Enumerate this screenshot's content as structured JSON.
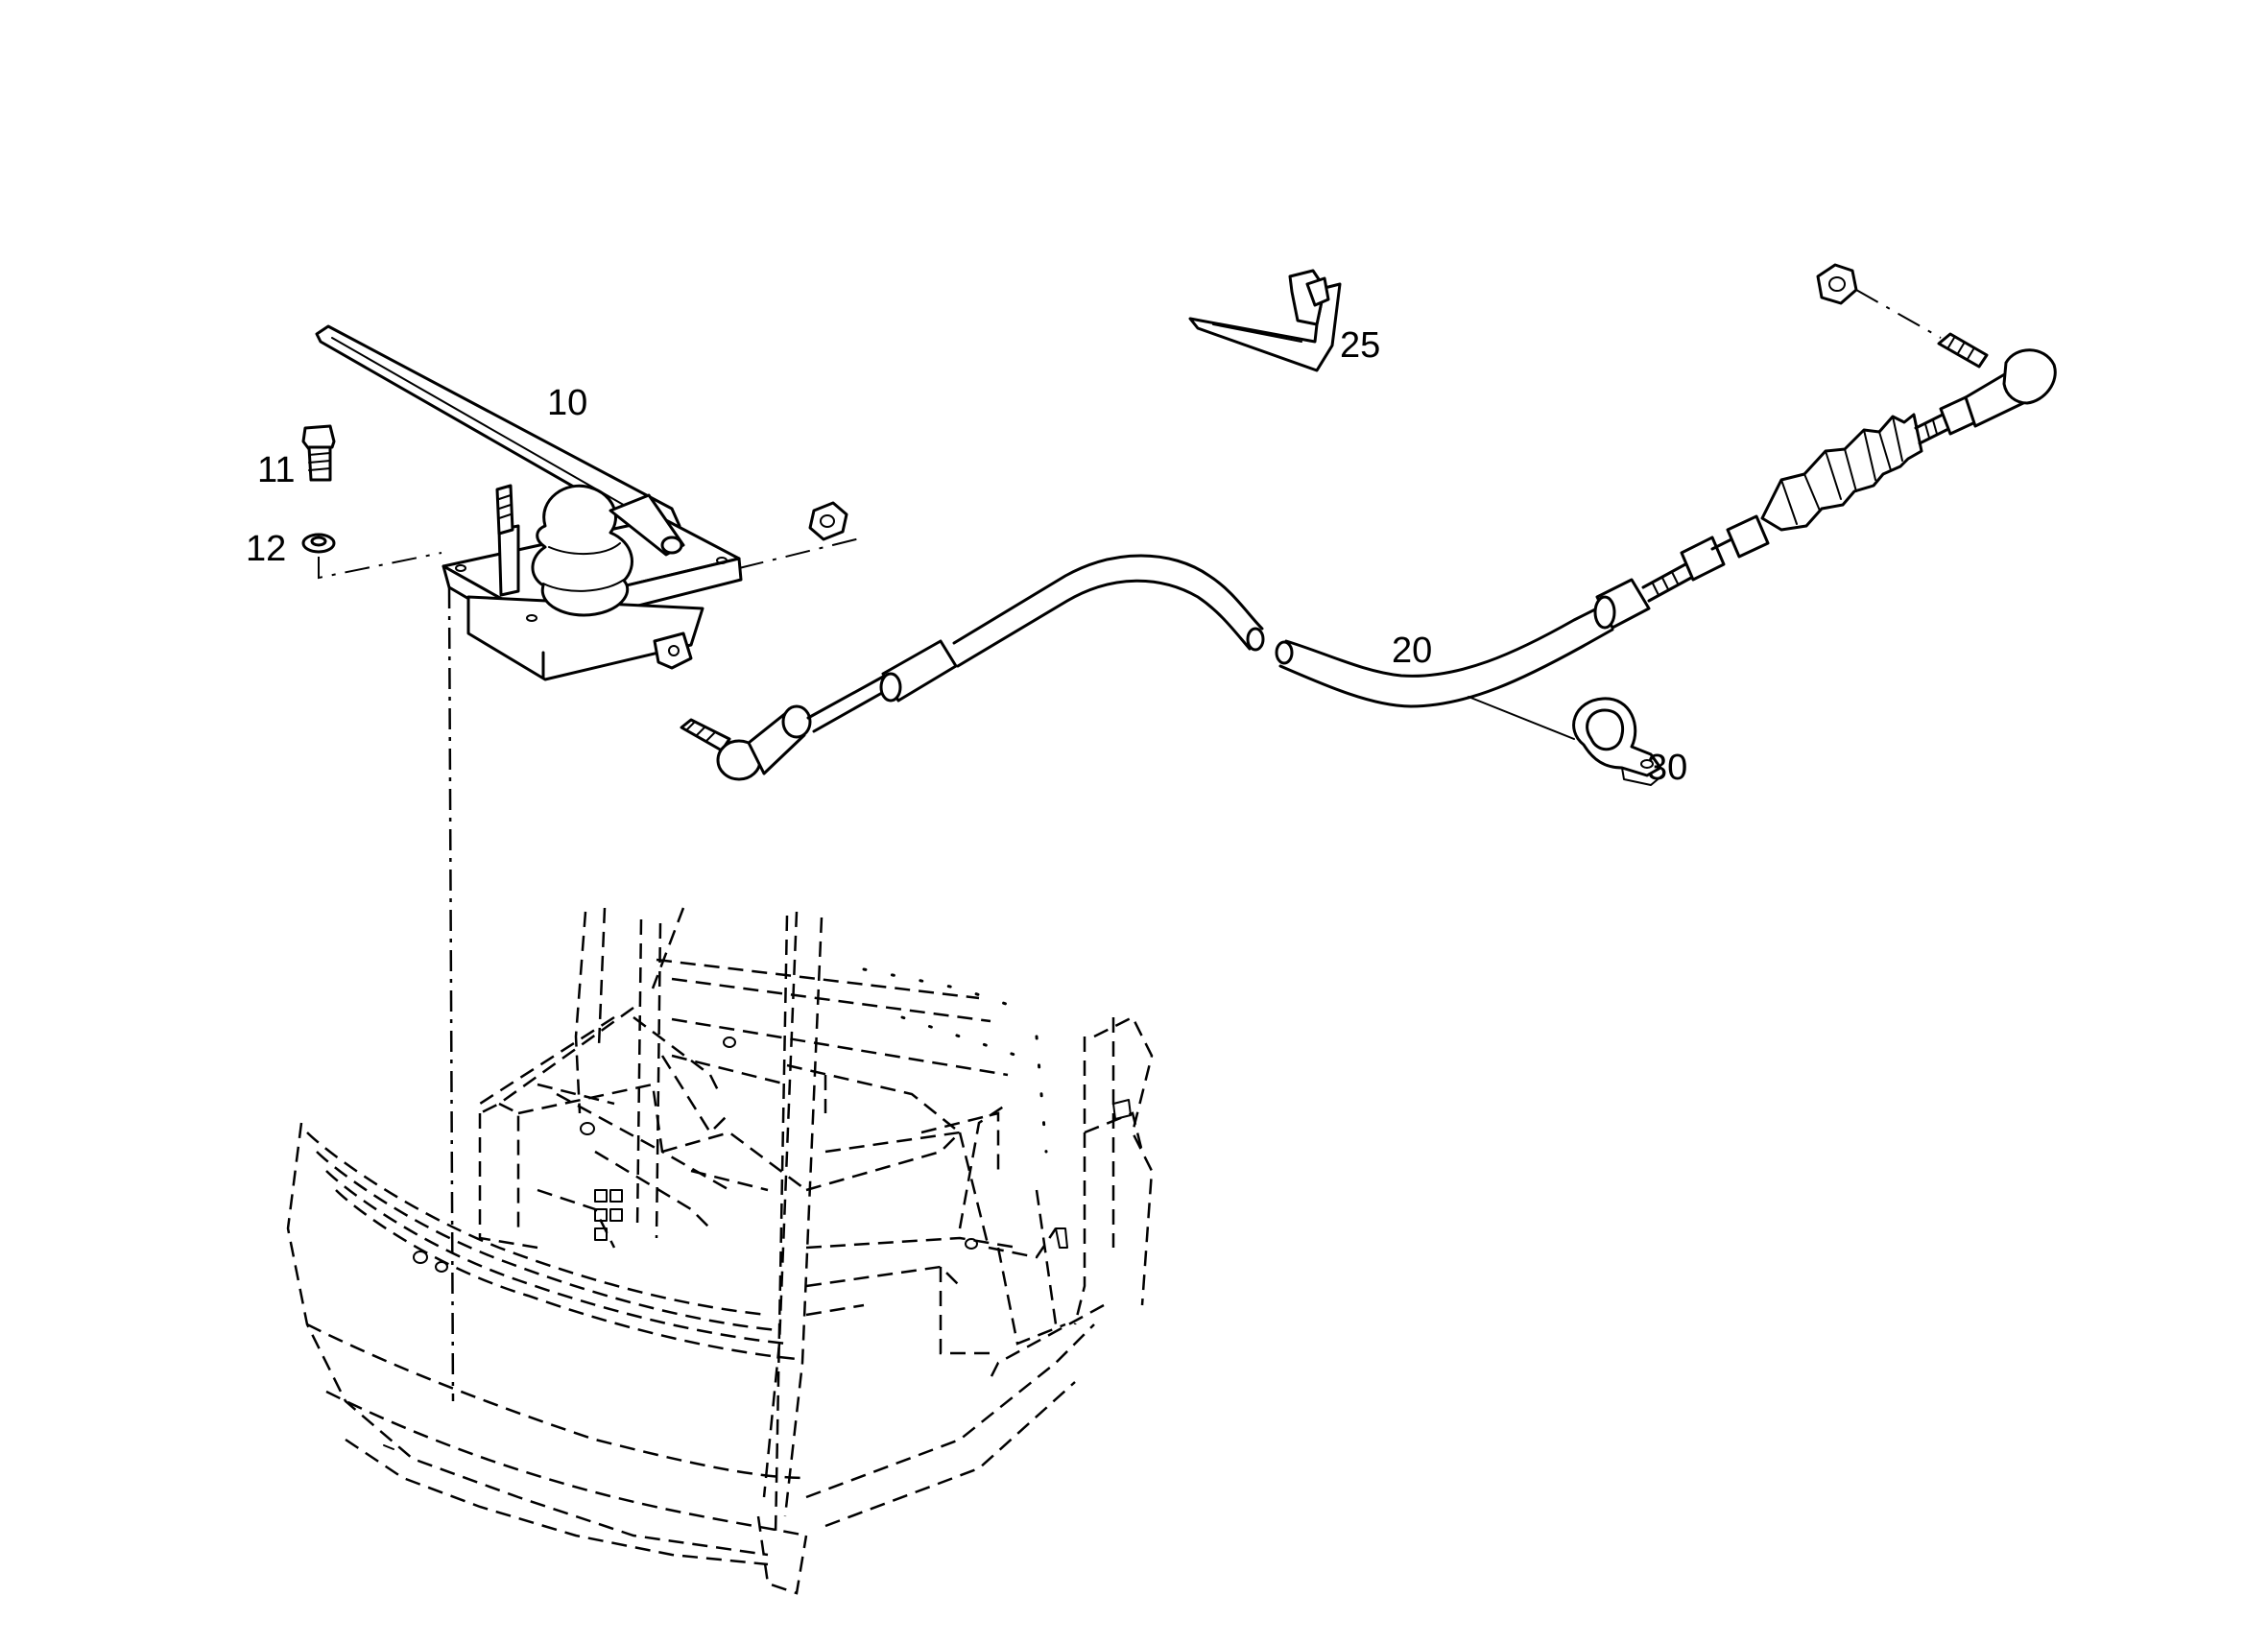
{
  "callouts": {
    "item_10": "10",
    "item_11": "11",
    "item_12": "12",
    "item_20": "20",
    "item_25": "25",
    "item_30": "30"
  }
}
